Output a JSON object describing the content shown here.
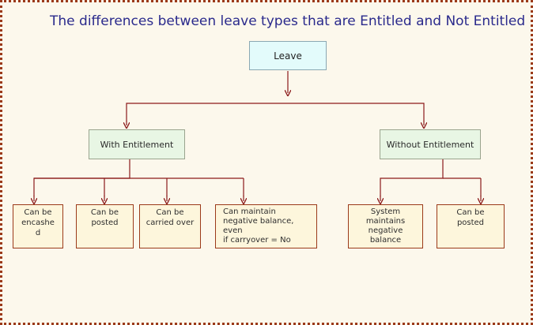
{
  "title": "The differences between leave types that are Entitled and Not Entitled",
  "root": {
    "label": "Leave"
  },
  "with_entitlement": {
    "label": "With Entitlement",
    "leaves": [
      "Can be\nencashe\nd",
      "Can be\nposted",
      "Can be\ncarried over",
      "Can maintain\nnegative balance,\neven\nif carryover = No"
    ]
  },
  "without_entitlement": {
    "label": "Without Entitlement",
    "leaves": [
      "System\nmaintains\nnegative\nbalance",
      "Can be\nposted"
    ]
  },
  "colors": {
    "connector": "#8b1a1a",
    "title": "#2a2a8c",
    "frame": "#9b3a1a"
  }
}
